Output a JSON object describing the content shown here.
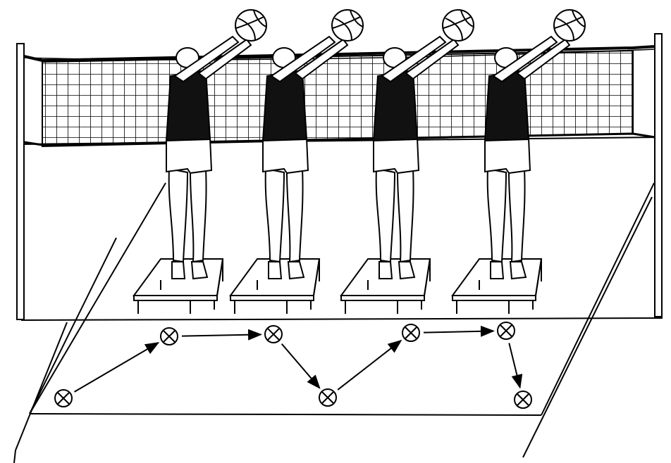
{
  "figure": {
    "players": [
      {
        "id": 1
      },
      {
        "id": 2
      },
      {
        "id": 3
      },
      {
        "id": 4
      }
    ],
    "route_markers": [
      {
        "id": 1
      },
      {
        "id": 2
      },
      {
        "id": 3
      },
      {
        "id": 4
      },
      {
        "id": 5
      },
      {
        "id": 6
      },
      {
        "id": 7
      }
    ],
    "colors": {
      "ink": "#000000",
      "paper": "#ffffff",
      "jersey": "#111111"
    }
  }
}
